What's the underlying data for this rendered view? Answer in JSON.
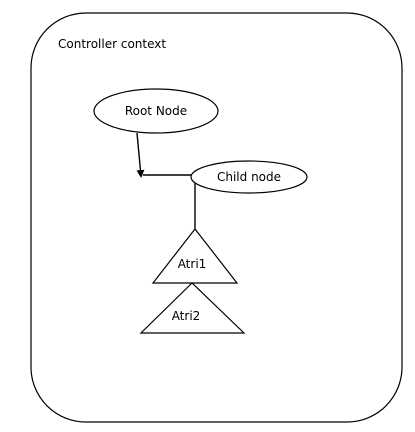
{
  "diagram": {
    "context_label": "Controller context",
    "root_node_label": "Root Node",
    "child_node_label": "Child node",
    "attribute_1_label": "Atri1",
    "attribute_2_label": "Atri2"
  }
}
